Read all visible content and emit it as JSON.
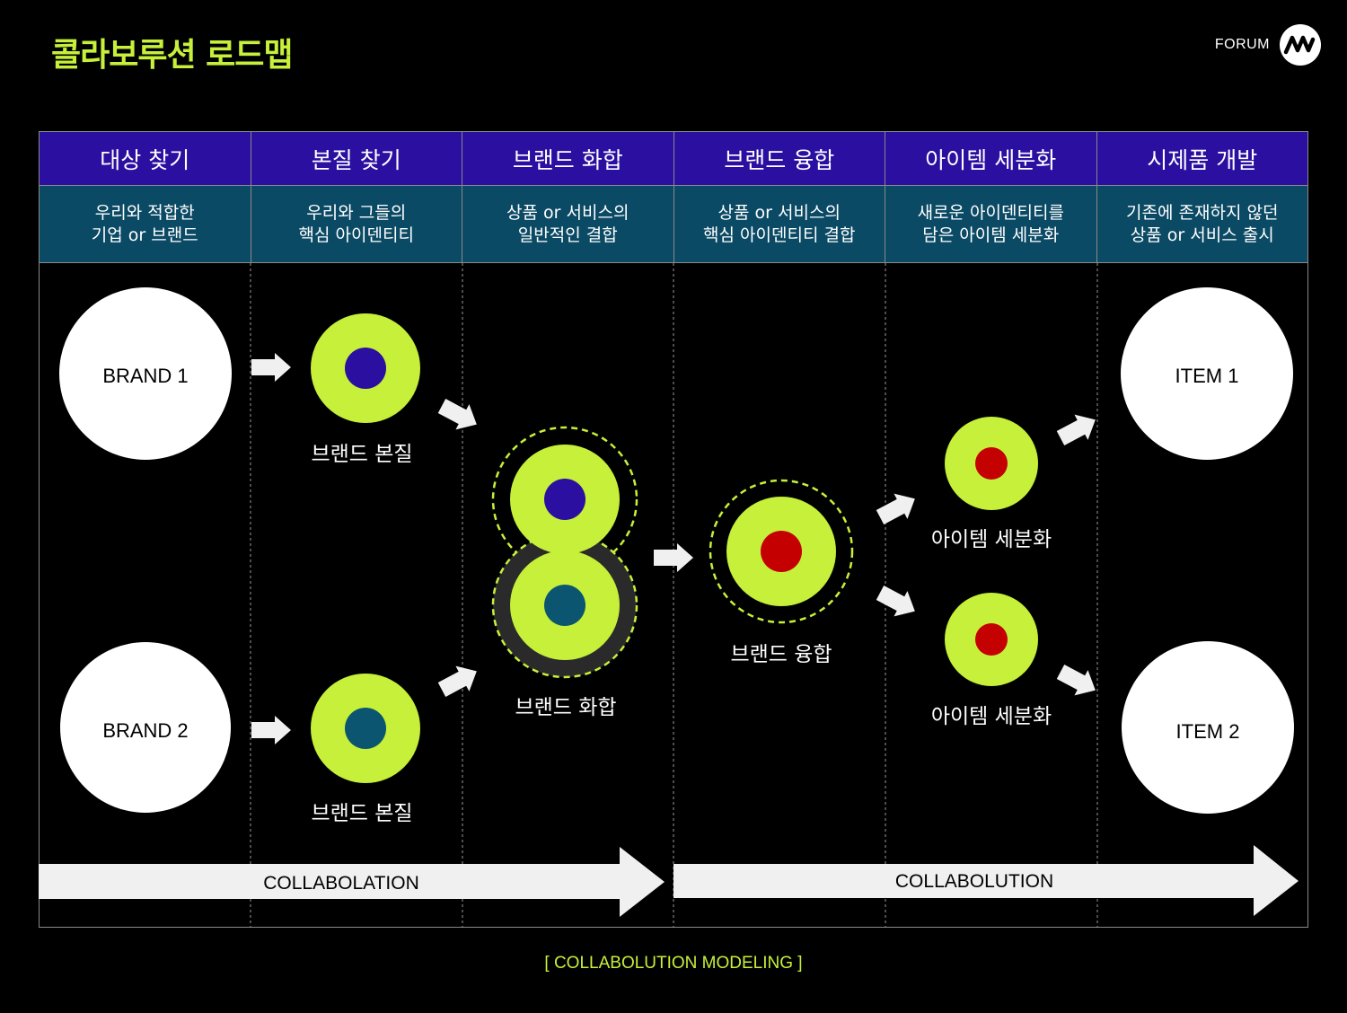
{
  "title": "콜라보루션 로드맵",
  "logo": {
    "text": "FORUM",
    "icon": "forum-m-logo-icon"
  },
  "stages": [
    {
      "name": "대상 찾기",
      "desc1": "우리와 적합한",
      "desc2": "기업 or 브랜드"
    },
    {
      "name": "본질 찾기",
      "desc1": "우리와 그들의",
      "desc2": "핵심 아이덴티티"
    },
    {
      "name": "브랜드 화합",
      "desc1": "상품 or 서비스의",
      "desc2": "일반적인 결합"
    },
    {
      "name": "브랜드 융합",
      "desc1": "상품 or 서비스의",
      "desc2": "핵심 아이덴티티 결합"
    },
    {
      "name": "아이템 세분화",
      "desc1": "새로운 아이덴티티를",
      "desc2": "담은 아이템 세분화"
    },
    {
      "name": "시제품 개발",
      "desc1": "기존에 존재하지 않던",
      "desc2": "상품 or 서비스 출시"
    }
  ],
  "diagram": {
    "brand1": "BRAND 1",
    "brand2": "BRAND 2",
    "essence1_label": "브랜드 본질",
    "essence2_label": "브랜드 본질",
    "harmony_label": "브랜드 화합",
    "fusion_label": "브랜드 융합",
    "segment1_label": "아이템 세분화",
    "segment2_label": "아이템 세분화",
    "item1": "ITEM 1",
    "item2": "ITEM 2",
    "arrow1_label": "COLLABOLATION",
    "arrow2_label": "COLLABOLUTION"
  },
  "colors": {
    "accent_lime": "#c6f03a",
    "stage_header": "#2a0fa0",
    "desc_header": "#0b4a64",
    "core_blue": "#2a0fa0",
    "core_teal": "#0b5570",
    "core_red": "#c40000"
  },
  "footer": "[ COLLABOLUTION MODELING ]"
}
